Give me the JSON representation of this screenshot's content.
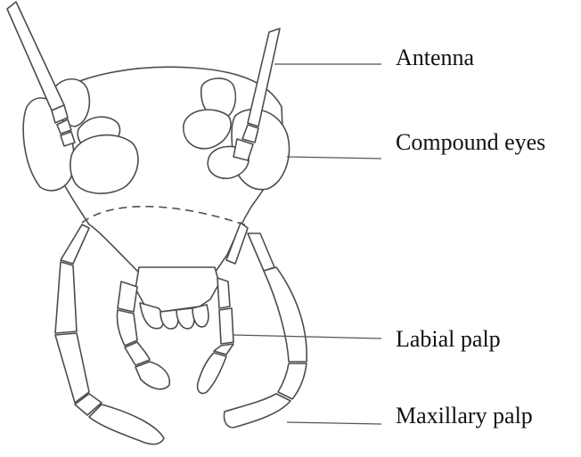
{
  "labels": {
    "antenna": "Antenna",
    "compound_eyes": "Compound eyes",
    "labial_palp": "Labial palp",
    "maxillary_palp": "Maxillary palp"
  },
  "colors": {
    "stroke": "#4d4d4d",
    "text": "#111111",
    "background": "#ffffff"
  }
}
